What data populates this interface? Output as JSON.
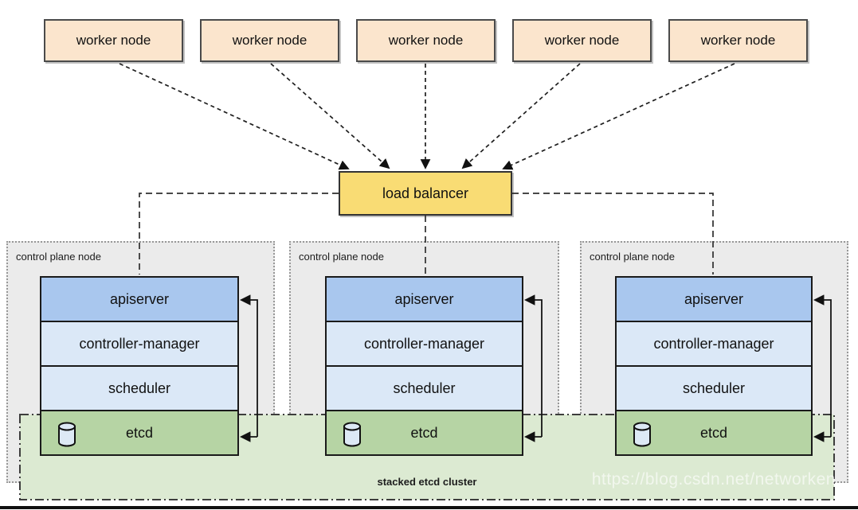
{
  "worker_nodes": [
    "worker node",
    "worker node",
    "worker node",
    "worker node",
    "worker node"
  ],
  "load_balancer": "load balancer",
  "control_planes": [
    {
      "label": "control plane node",
      "components": [
        "apiserver",
        "controller-manager",
        "scheduler",
        "etcd"
      ]
    },
    {
      "label": "control plane node",
      "components": [
        "apiserver",
        "controller-manager",
        "scheduler",
        "etcd"
      ]
    },
    {
      "label": "control plane node",
      "components": [
        "apiserver",
        "controller-manager",
        "scheduler",
        "etcd"
      ]
    }
  ],
  "etcd_cluster_label": "stacked etcd cluster",
  "watermark": "https://blog.csdn.net/networken",
  "icons": {
    "etcd_icon": "database-cylinder"
  },
  "colors": {
    "worker_fill": "#fbe5cd",
    "lb_fill": "#f9dc74",
    "apiserver_fill": "#a9c7ee",
    "component_fill": "#dbe8f7",
    "etcd_fill": "#b6d4a4",
    "band_fill": "#dcead2",
    "node_bg": "#ebebeb",
    "border_dark": "#1a1a1a"
  }
}
